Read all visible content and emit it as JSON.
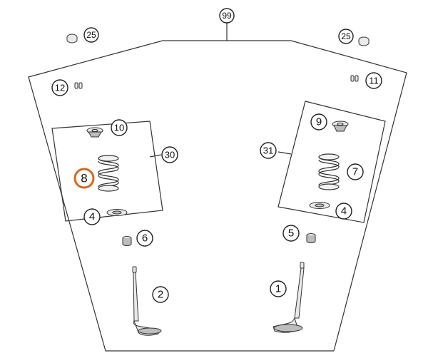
{
  "callouts": {
    "c99": "99",
    "c25_left": "25",
    "c25_right": "25",
    "c12": "12",
    "c11": "11",
    "c10": "10",
    "c30": "30",
    "c8": "8",
    "c4_left": "4",
    "c6": "6",
    "c2": "2",
    "c9": "9",
    "c31": "31",
    "c7": "7",
    "c4_right": "4",
    "c5": "5",
    "c1": "1"
  },
  "colors": {
    "highlight": "#d9681c",
    "line": "#333333"
  },
  "icons": [
    "valve-keeper-icon",
    "spring-retainer-icon",
    "valve-spring-icon",
    "spring-seat-icon",
    "valve-stem-seal-icon",
    "valve-icon"
  ]
}
